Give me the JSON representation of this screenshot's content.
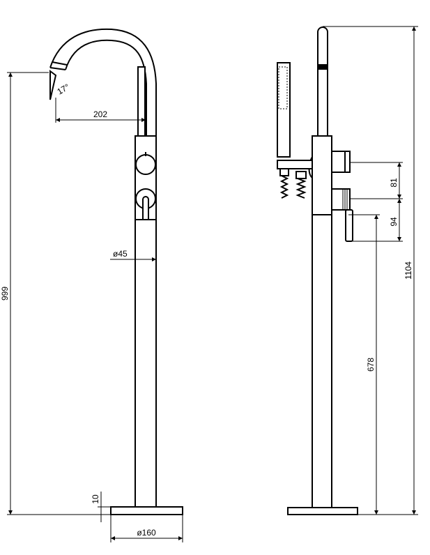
{
  "dimensions": {
    "spout_reach": "202",
    "spout_angle": "17°",
    "body_diameter": "ø45",
    "base_diameter": "ø160",
    "base_thickness": "10",
    "spout_height": "999",
    "total_height": "1104",
    "upper_outlet_offset": "81",
    "lower_outlet_offset": "94",
    "outlet_height": "678"
  },
  "colors": {
    "line": "#000000",
    "background": "#ffffff"
  }
}
